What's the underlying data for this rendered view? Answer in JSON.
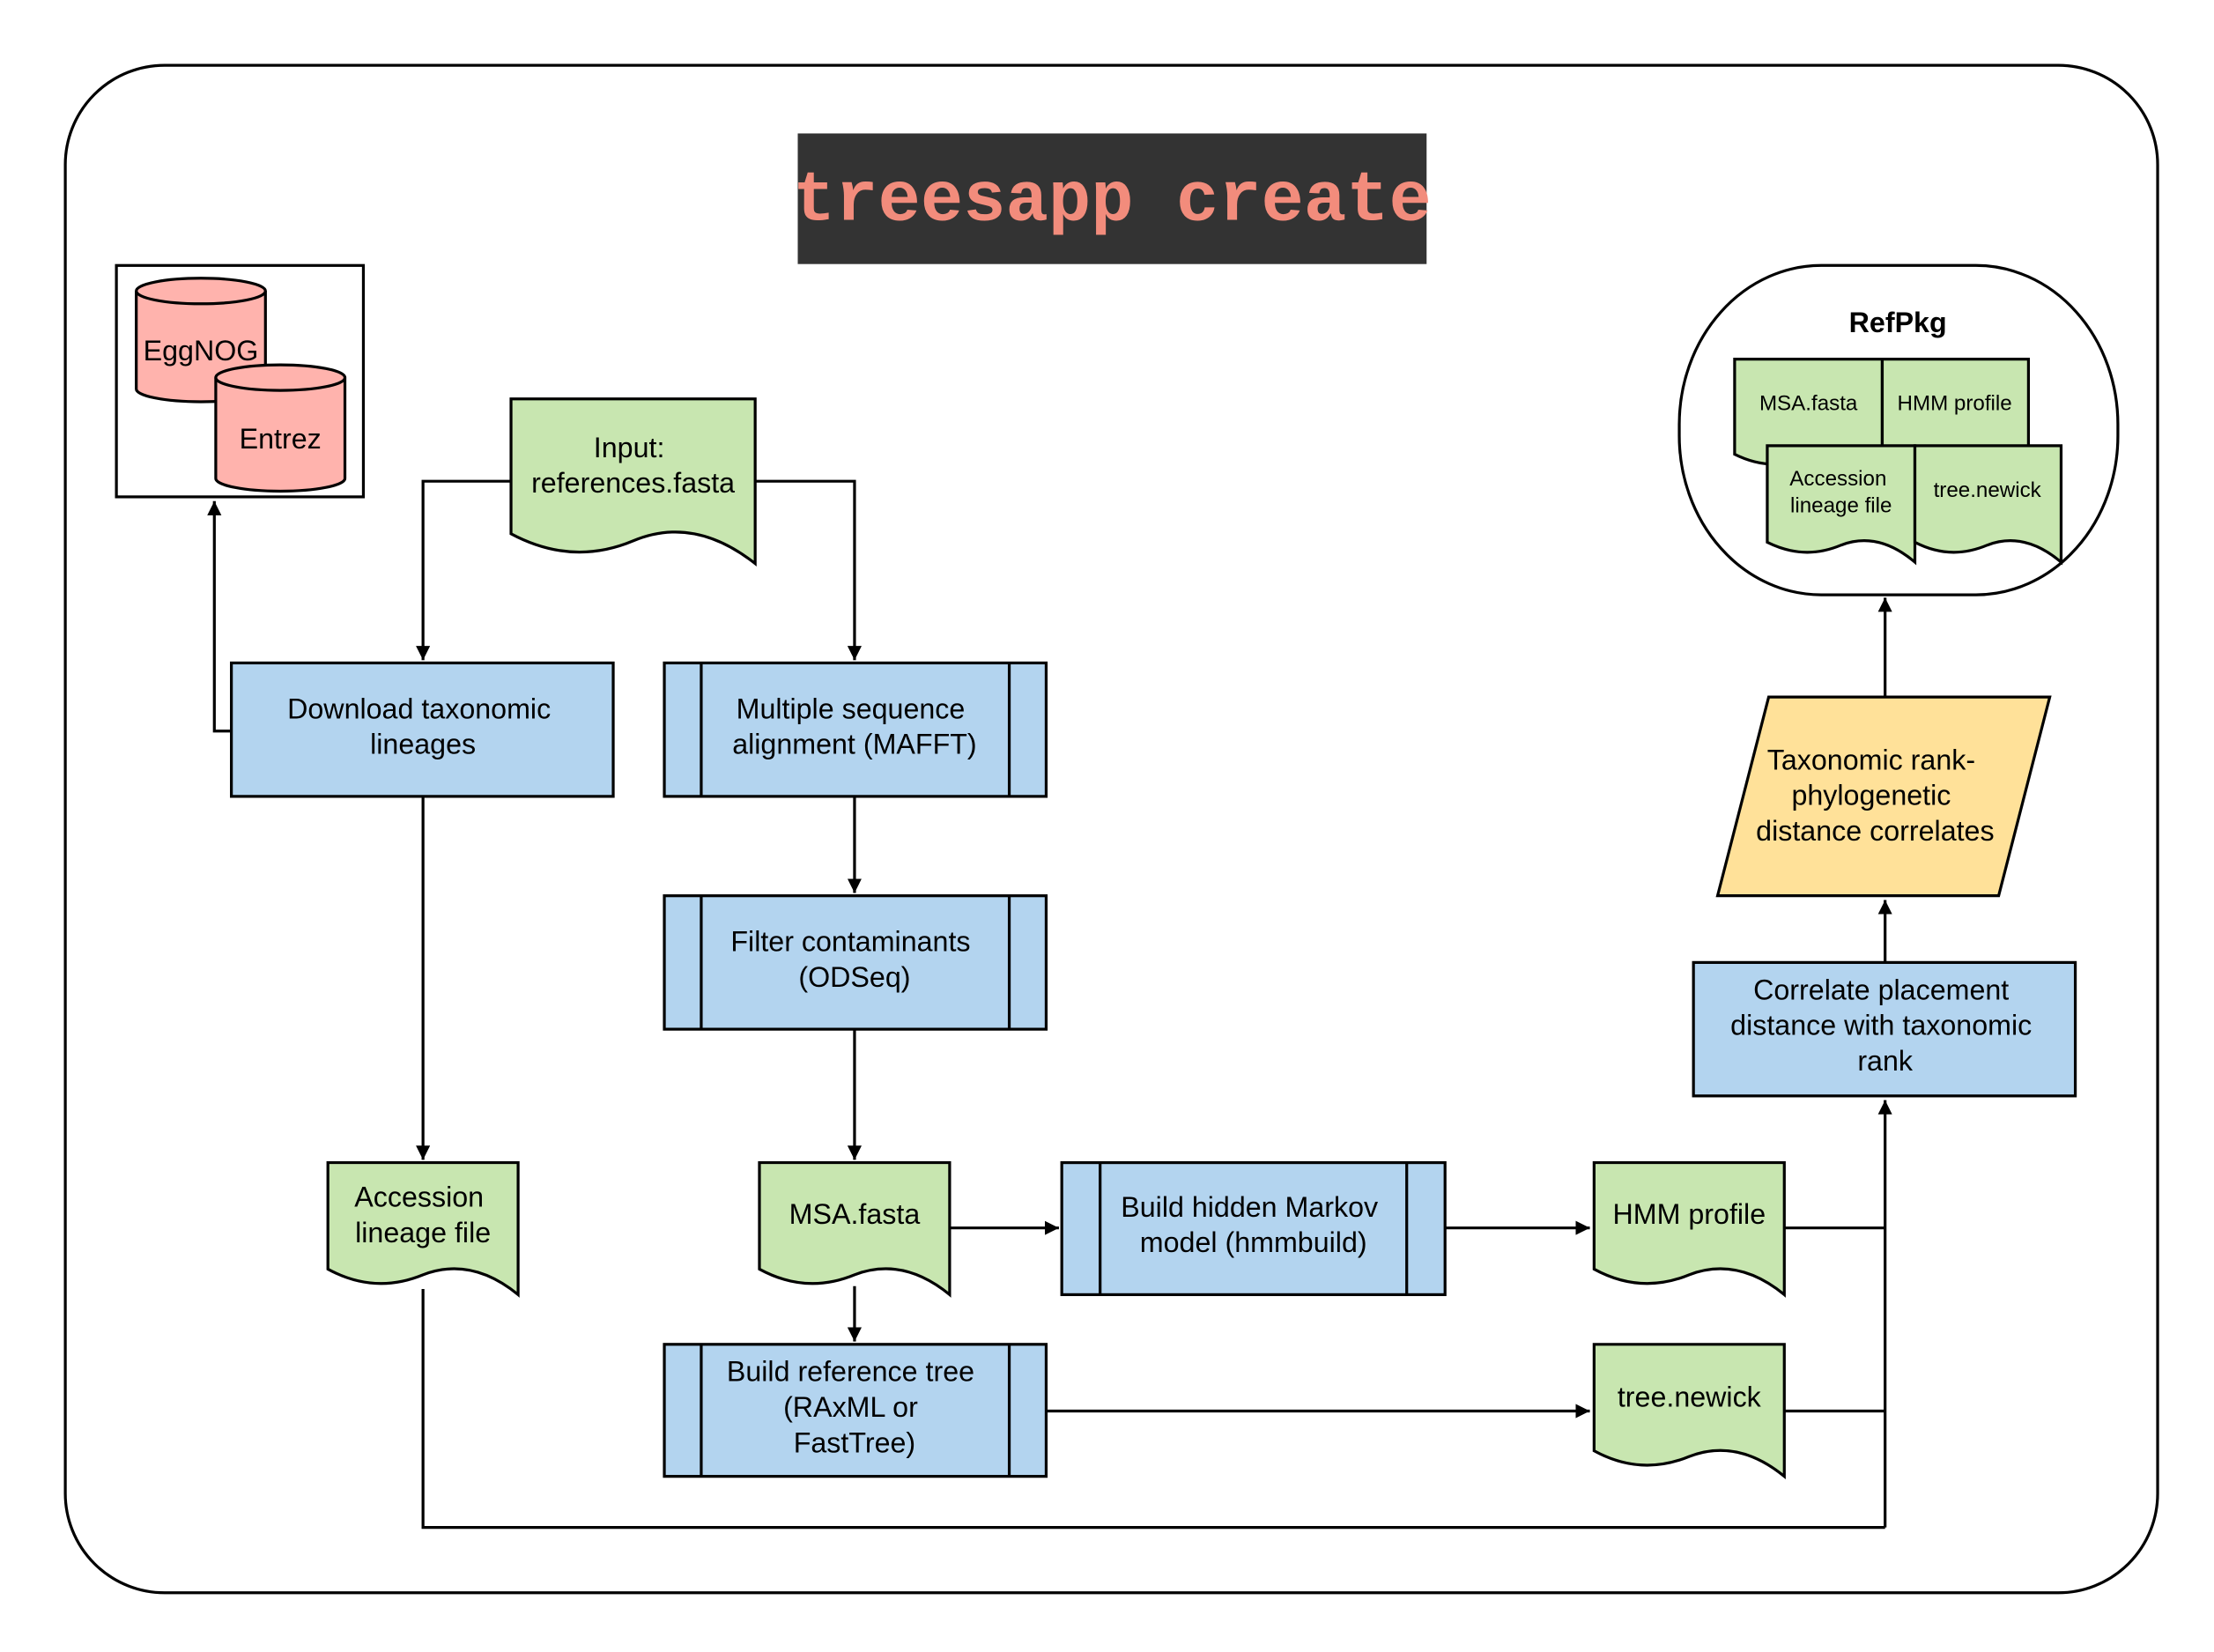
{
  "title": "treesapp create",
  "colors": {
    "process": "#b3d4ef",
    "document": "#c8e6b0",
    "database": "#ffb3ad",
    "data": "#ffe199",
    "title_bg": "#333333",
    "title_fg": "#f28c7c",
    "line": "#000000"
  },
  "databases": {
    "eggnog": "EggNOG",
    "entrez": "Entrez"
  },
  "nodes": {
    "input": [
      "Input:",
      "references.fasta"
    ],
    "download": [
      "Download taxonomic",
      "lineages"
    ],
    "msa_process": [
      "Multiple sequence",
      "alignment (MAFFT)"
    ],
    "filter": [
      "Filter contaminants",
      "(ODSeq)"
    ],
    "accession": [
      "Accession",
      "lineage file"
    ],
    "msa_fasta": [
      "MSA.fasta"
    ],
    "hmmbuild": [
      "Build hidden Markov",
      "model (hmmbuild)"
    ],
    "hmm_profile": [
      "HMM profile"
    ],
    "build_tree": [
      "Build reference tree",
      "(RAxML or",
      "FastTree)"
    ],
    "tree_newick": [
      "tree.newick"
    ],
    "correlate": [
      "Correlate placement",
      "distance with taxonomic",
      "rank"
    ],
    "taxonomic": [
      "Taxonomic rank-",
      "phylogenetic",
      "distance correlates"
    ]
  },
  "refpkg": {
    "title": "RefPkg",
    "items": {
      "msa": "MSA.fasta",
      "hmm": "HMM profile",
      "accession": [
        "Accession",
        "lineage file"
      ],
      "tree": "tree.newick"
    }
  }
}
